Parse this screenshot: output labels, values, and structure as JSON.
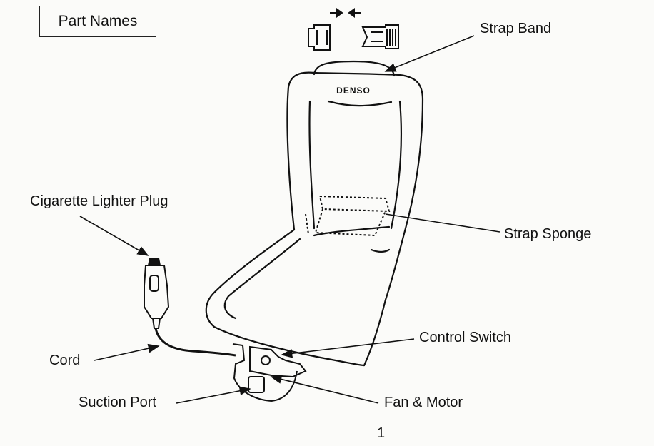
{
  "title": "Part Names",
  "brand": "DENSO",
  "labels": {
    "strap_band": "Strap Band",
    "cigarette_lighter_plug": "Cigarette Lighter Plug",
    "strap_sponge": "Strap Sponge",
    "control_switch": "Control Switch",
    "cord": "Cord",
    "suction_port": "Suction Port",
    "fan_motor": "Fan & Motor"
  },
  "page_number": "1"
}
